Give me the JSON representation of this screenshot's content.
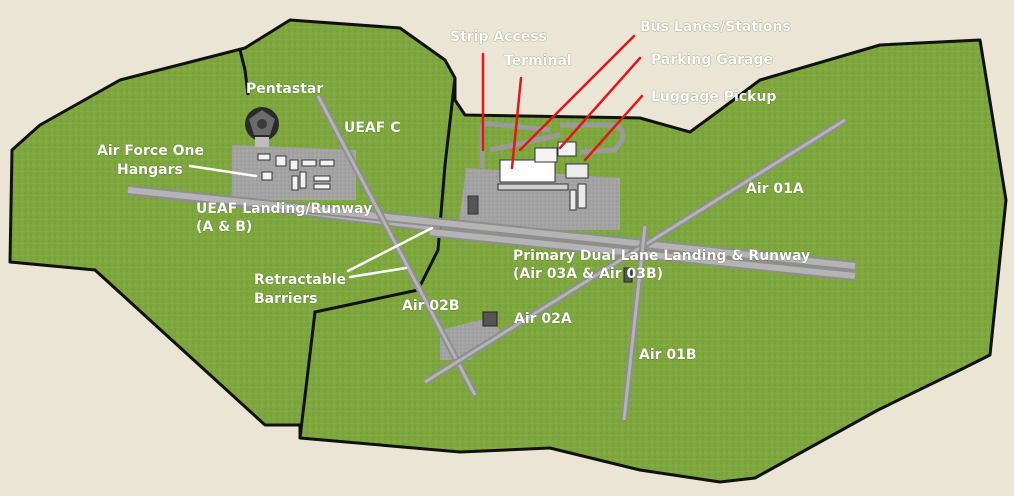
{
  "labels": {
    "strip_access": "Strip Access",
    "terminal": "Terminal",
    "bus_lanes": "Bus Lanes/Stations",
    "parking_garage": "Parking Garage",
    "luggage_pickup": "Luggage Pickup",
    "pentastar": "Pentastar",
    "ueaf_c": "UEAF C",
    "af1_line1": "Air Force One",
    "af1_line2": "Hangars",
    "ueaf_runway_line1": "UEAF Landing/Runway",
    "ueaf_runway_line2": "(A & B)",
    "air_01a": "Air 01A",
    "primary_line1": "Primary Dual Lane Landing & Runway",
    "primary_line2": "(Air 03A & Air 03B)",
    "retractable_line1": "Retractable",
    "retractable_line2": "Barriers",
    "air_02b": "Air 02B",
    "air_02a": "Air 02A",
    "air_01b": "Air 01B"
  },
  "colors": {
    "background": "#eae5d4",
    "grass": "#7ea83f",
    "runway": "#a8a8a8",
    "apron": "#a3a3a3",
    "pointer_red": "#e8131b",
    "pointer_white": "#ffffff"
  }
}
